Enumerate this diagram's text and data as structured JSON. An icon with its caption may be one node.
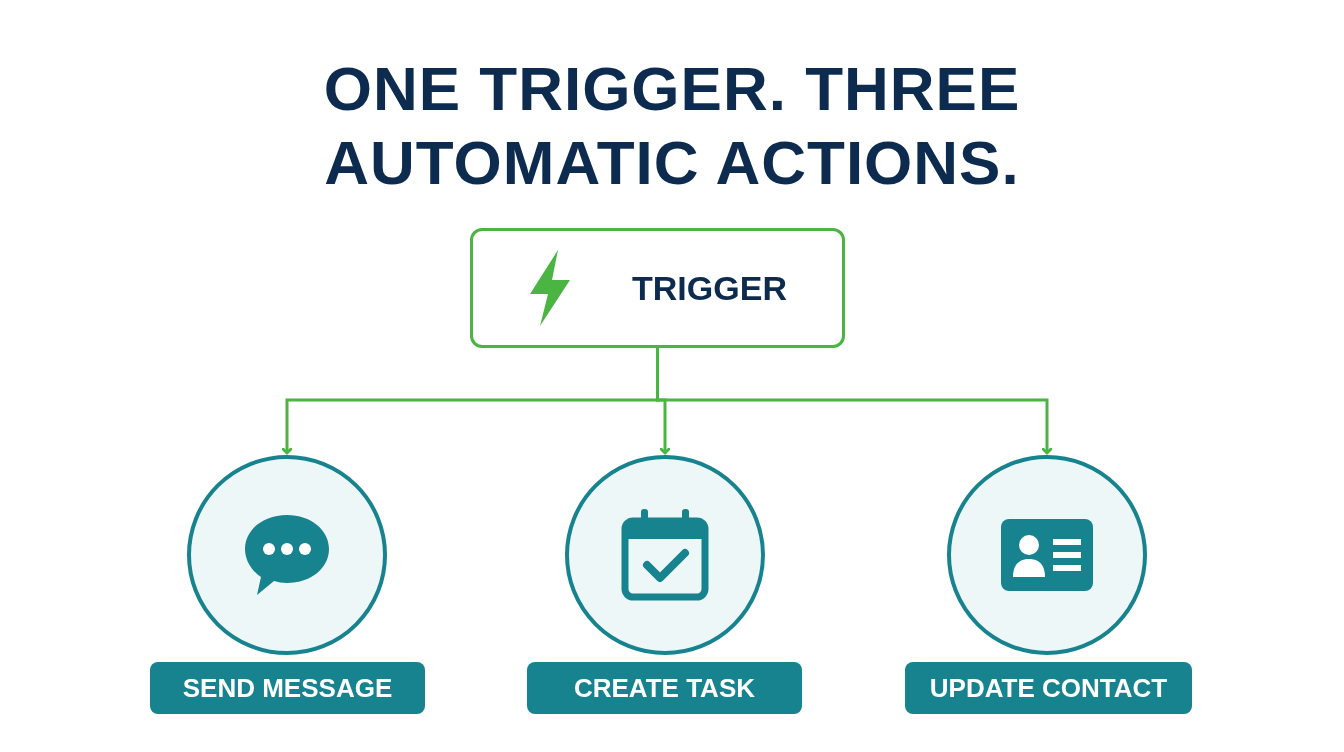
{
  "diagram": {
    "title": "ONE TRIGGER. THREE AUTOMATIC ACTIONS.",
    "nodes": [
      {
        "text": [
          "TRIGGER"
        ]
      },
      {
        "text": [],
        "shape": "circle"
      },
      {
        "text": [],
        "shape": "circle"
      },
      {
        "text": [],
        "shape": "circle"
      },
      {
        "text": [
          "SEND MESSAGE"
        ]
      },
      {
        "text": [
          "CREATE TASK"
        ]
      },
      {
        "text": [
          "UPDATE CONTACT"
        ]
      }
    ],
    "edges": [
      {
        "from": 0,
        "to": 1,
        "arrow": "to"
      },
      {
        "from": 0,
        "to": 2,
        "arrow": "to"
      },
      {
        "from": 0,
        "to": 3,
        "arrow": "to"
      }
    ]
  }
}
